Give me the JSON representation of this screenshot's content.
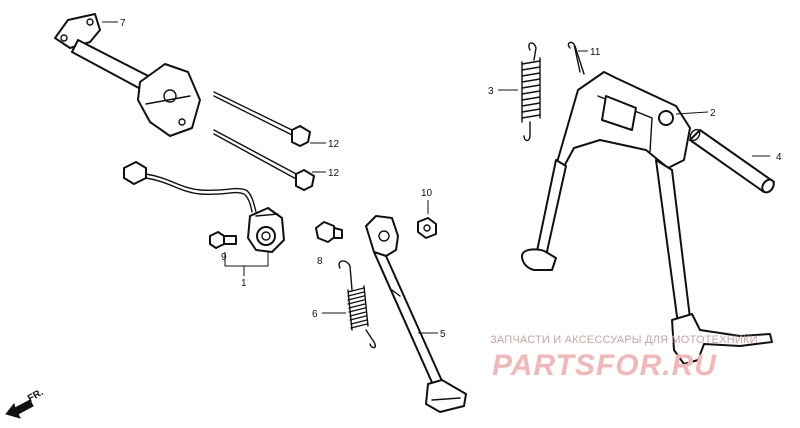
{
  "callouts": {
    "c1": "1",
    "c2": "2",
    "c3": "3",
    "c4": "4",
    "c5": "5",
    "c6": "6",
    "c7": "7",
    "c8": "8",
    "c9": "9",
    "c10": "10",
    "c11": "11",
    "c12a": "12",
    "c12b": "12"
  },
  "direction_marker": "FR.",
  "watermark": {
    "caption": "ЗАПЧАСТИ И АКСЕССУАРЫ ДЛЯ МОТОТЕХНИКИ",
    "logo": "PARTSFOR.RU"
  },
  "colors": {
    "line": "#111111",
    "watermark": "#f2b8b8"
  }
}
